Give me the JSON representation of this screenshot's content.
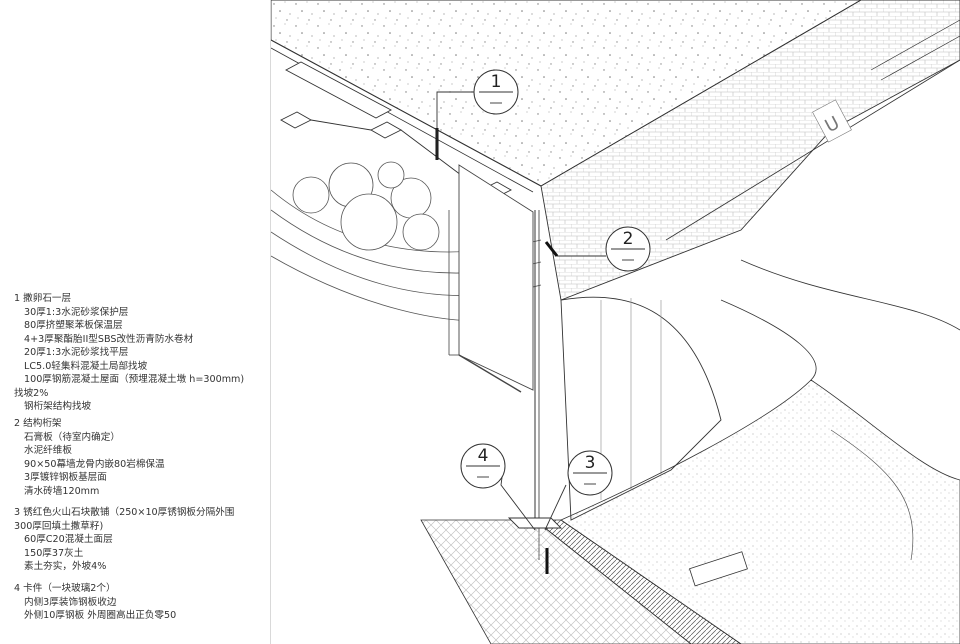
{
  "legend": {
    "groups": [
      {
        "heading": "1  撒卵石一层",
        "lines": [
          {
            "text": "30厚1:3水泥砂浆保护层",
            "indent": true
          },
          {
            "text": "80厚挤塑聚苯板保温层",
            "indent": true
          },
          {
            "text": "4+3厚聚酯胎II型SBS改性沥青防水卷材",
            "indent": true
          },
          {
            "text": "20厚1:3水泥砂浆找平层",
            "indent": true
          },
          {
            "text": "LC5.0轻集料混凝土局部找坡",
            "indent": true
          },
          {
            "text": "100厚钢筋混凝土屋面（预埋混凝土墩 h=300mm)",
            "indent": true
          },
          {
            "text": "找坡2%",
            "indent": false
          },
          {
            "text": "钢桁架结构找坡",
            "indent": true
          }
        ]
      },
      {
        "heading": "2  结构桁架",
        "lines": [
          {
            "text": "石膏板（待室内确定）",
            "indent": true
          },
          {
            "text": "水泥纤维板",
            "indent": true
          },
          {
            "text": "90×50幕墙龙骨内嵌80岩棉保温",
            "indent": true
          },
          {
            "text": "3厚镀锌钢板基层面",
            "indent": true
          },
          {
            "text": "清水砖墙120mm",
            "indent": true
          }
        ]
      },
      {
        "heading": "3  锈红色火山石块散铺（250×10厚锈钢板分隔外围",
        "lines": [
          {
            "text": "300厚回填土撒草籽)",
            "indent": false
          },
          {
            "text": "60厚C20混凝土面层",
            "indent": true
          },
          {
            "text": "150厚37灰土",
            "indent": true
          },
          {
            "text": "素土夯实，外坡4%",
            "indent": true
          }
        ]
      },
      {
        "heading": "4  卡件（一块玻璃2个）",
        "lines": [
          {
            "text": "内侧3厚装饰钢板收边",
            "indent": true
          },
          {
            "text": "外侧10厚钢板 外周圈高出正负零50",
            "indent": true
          }
        ]
      }
    ]
  },
  "callouts": [
    {
      "number": "1"
    },
    {
      "number": "2"
    },
    {
      "number": "3"
    },
    {
      "number": "4"
    }
  ],
  "facade_logo": "U",
  "colors": {
    "line": "#333333",
    "light_line": "#8a8a8a",
    "divider": "#d9d9d9",
    "background": "#ffffff"
  }
}
